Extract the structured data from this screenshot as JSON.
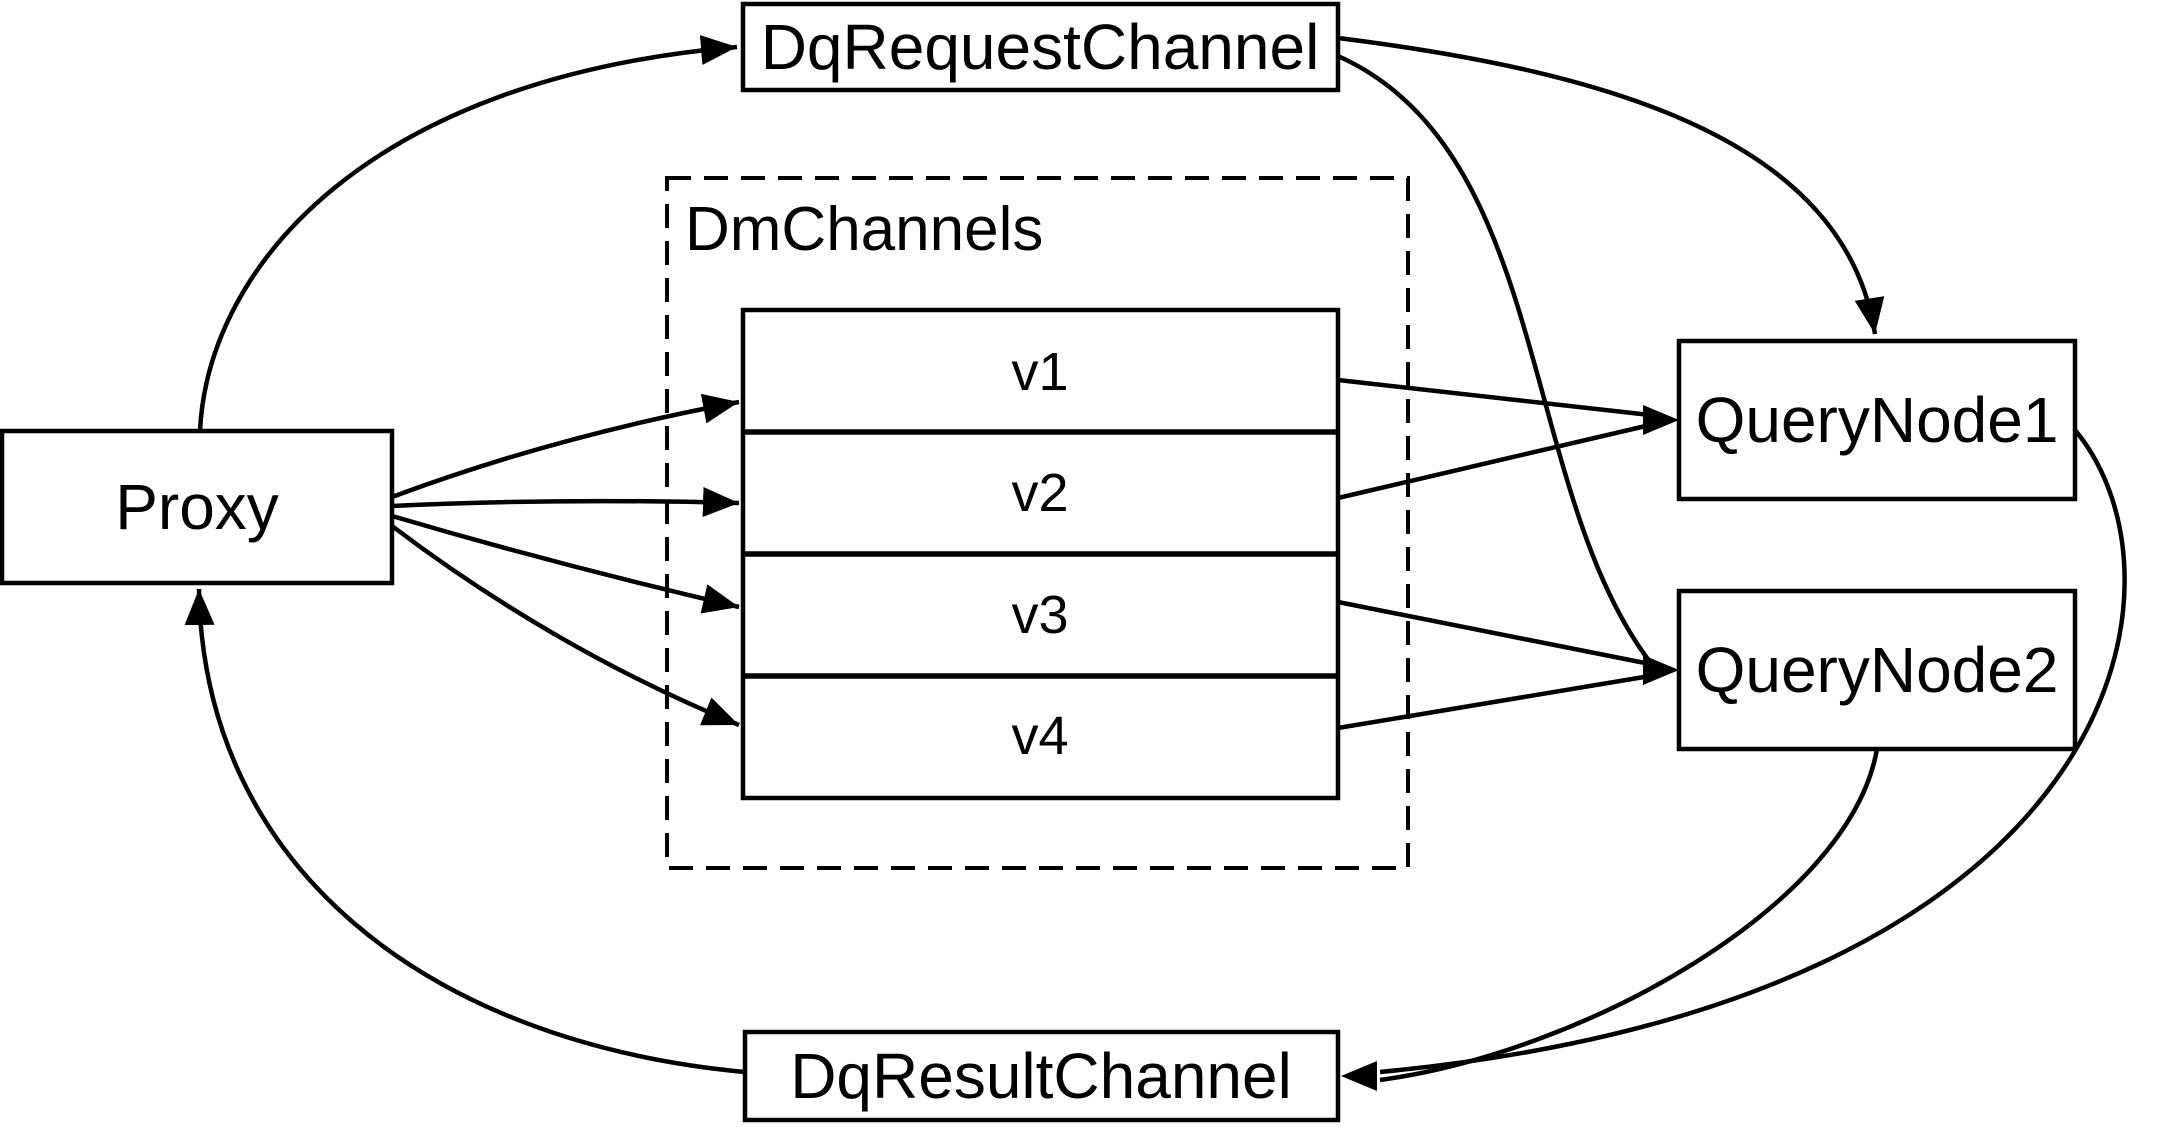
{
  "diagram": {
    "type": "flow-diagram",
    "background_color": "#ffffff",
    "stroke_color": "#000000",
    "nodes": {
      "proxy": {
        "label": "Proxy"
      },
      "dq_request_channel": {
        "label": "DqRequestChannel"
      },
      "dm_channels": {
        "label": "DmChannels",
        "channels": [
          "v1",
          "v2",
          "v3",
          "v4"
        ]
      },
      "query_node_1": {
        "label": "QueryNode1"
      },
      "query_node_2": {
        "label": "QueryNode2"
      },
      "dq_result_channel": {
        "label": "DqResultChannel"
      }
    },
    "edges": [
      {
        "from": "Proxy",
        "to": "DqRequestChannel"
      },
      {
        "from": "DqRequestChannel",
        "to": "QueryNode1"
      },
      {
        "from": "DqRequestChannel",
        "to": "QueryNode2"
      },
      {
        "from": "Proxy",
        "to": "v1"
      },
      {
        "from": "Proxy",
        "to": "v2"
      },
      {
        "from": "Proxy",
        "to": "v3"
      },
      {
        "from": "Proxy",
        "to": "v4"
      },
      {
        "from": "v1",
        "to": "QueryNode1"
      },
      {
        "from": "v2",
        "to": "QueryNode1"
      },
      {
        "from": "v3",
        "to": "QueryNode2"
      },
      {
        "from": "v4",
        "to": "QueryNode2"
      },
      {
        "from": "QueryNode1",
        "to": "DqResultChannel"
      },
      {
        "from": "QueryNode2",
        "to": "DqResultChannel"
      },
      {
        "from": "DqResultChannel",
        "to": "Proxy"
      }
    ]
  }
}
